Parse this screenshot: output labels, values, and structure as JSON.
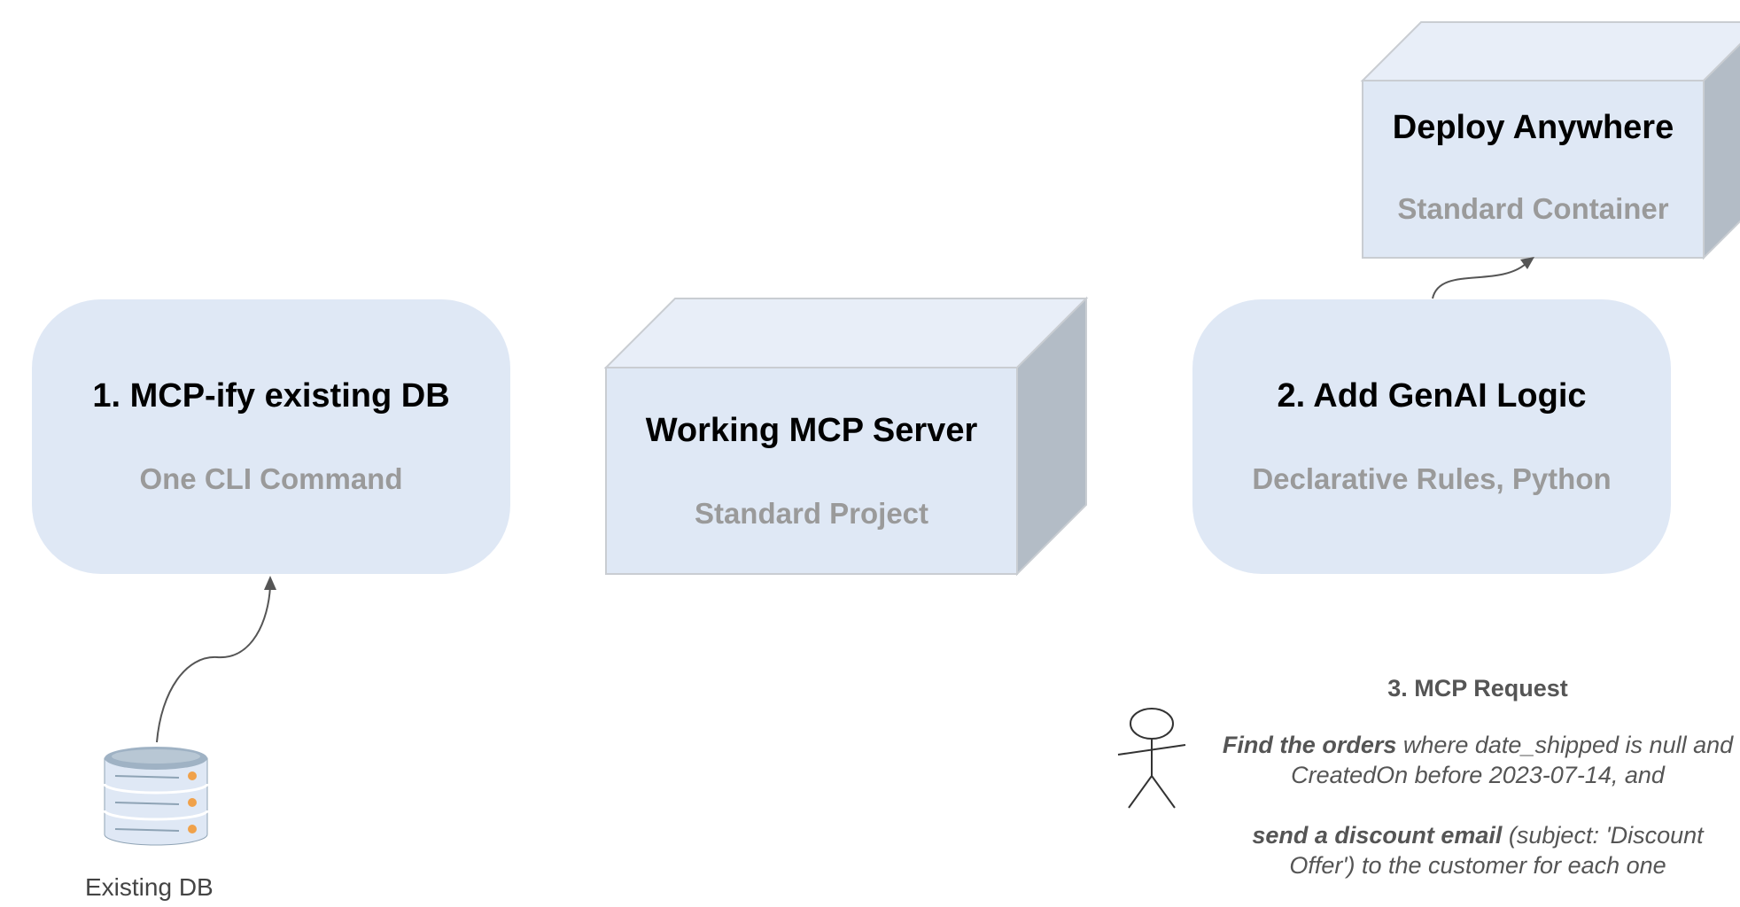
{
  "colors": {
    "box_fill": "#dfe8f5",
    "cube_front": "#dfe8f5",
    "cube_top": "#e8eef8",
    "cube_side": "#b3bcc6",
    "title_text": "#000000",
    "subtitle_text": "#9a9a9a",
    "arrow": "#555555"
  },
  "diagram": {
    "step1": {
      "title": "1. MCP-ify existing DB",
      "subtitle": "One CLI Command"
    },
    "server": {
      "title": "Working MCP Server",
      "subtitle": "Standard Project"
    },
    "step2": {
      "title": "2. Add GenAI Logic",
      "subtitle": "Declarative Rules, Python"
    },
    "deploy": {
      "title": "Deploy Anywhere",
      "subtitle": "Standard Container"
    },
    "database": {
      "icon": "database-icon",
      "label": "Existing DB"
    },
    "actor": {
      "icon": "stick-figure-icon"
    },
    "request": {
      "title": "3. MCP Request",
      "line1_bold": "Find the orders",
      "line1_rest": " where date_shipped is null and CreatedOn before 2023-07-14, and",
      "line2_bold": "send a discount email",
      "line2_rest": " (subject: 'Discount Offer') to the customer for each one"
    }
  }
}
